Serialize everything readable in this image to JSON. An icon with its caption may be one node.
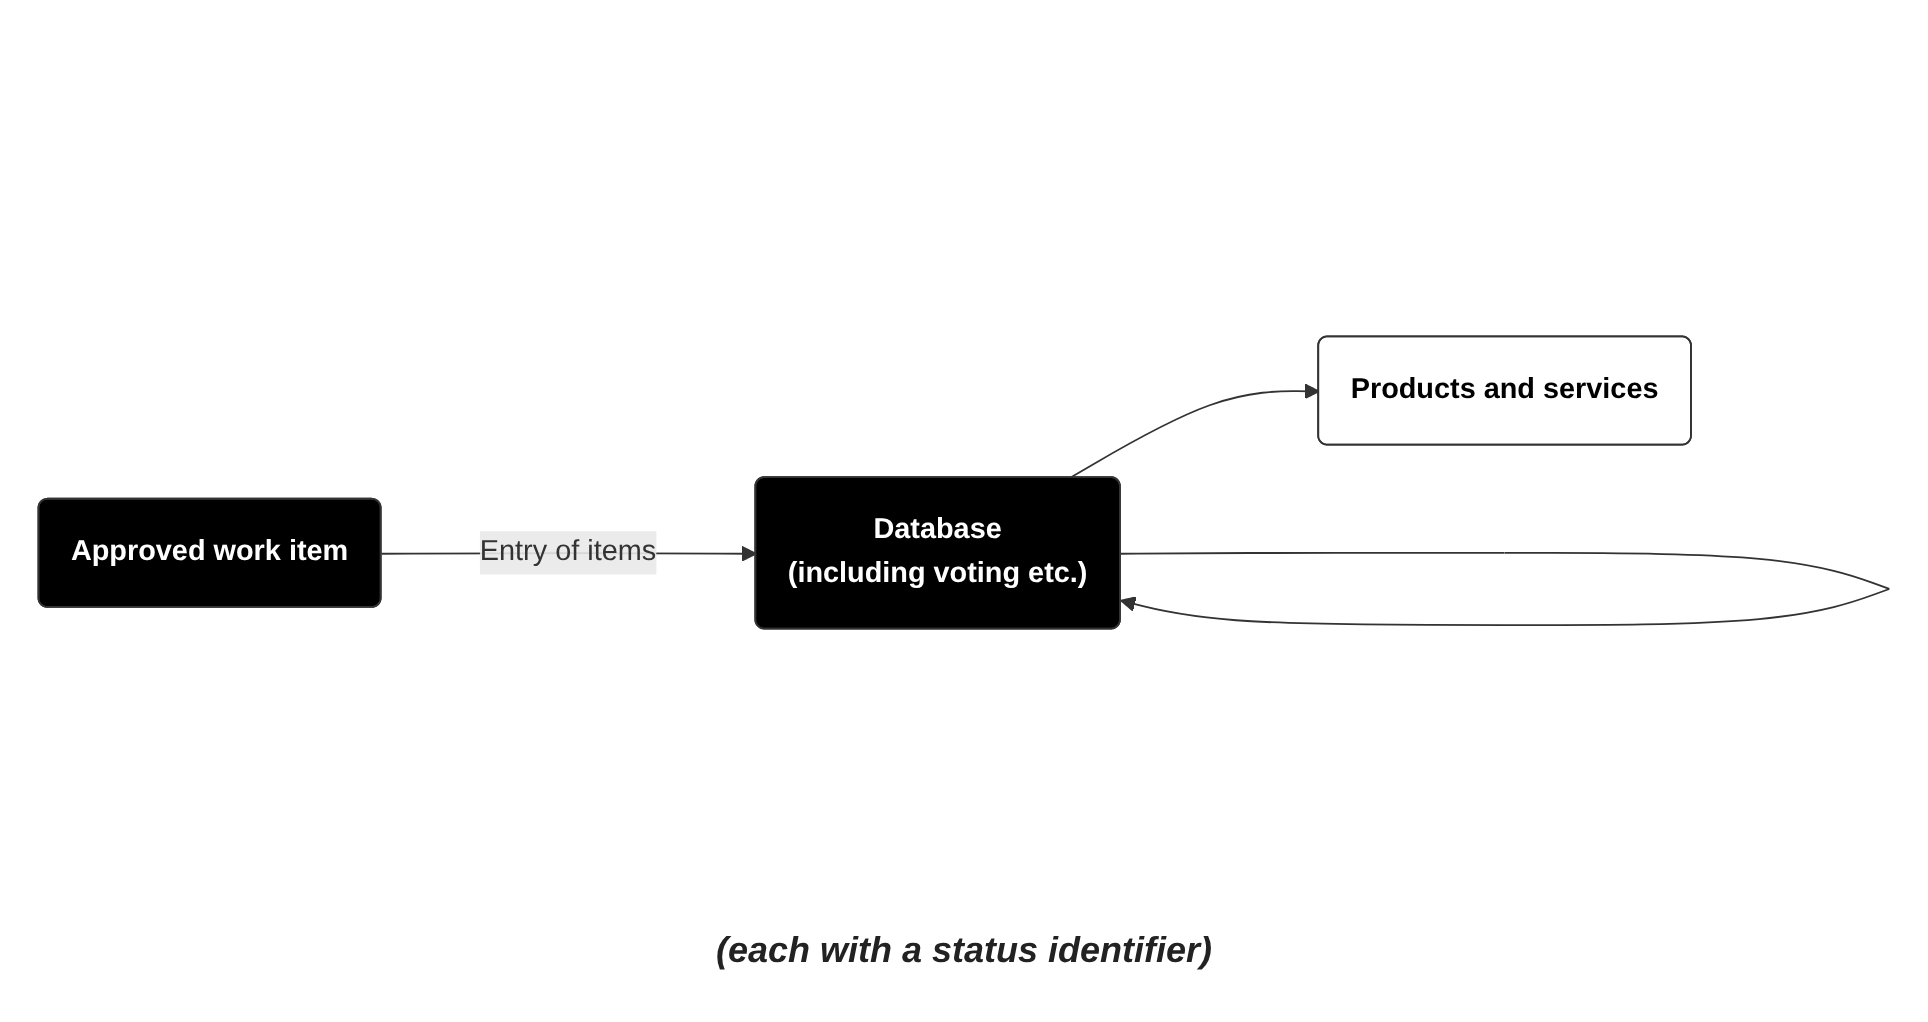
{
  "diagram": {
    "nodes": [
      {
        "text": [
          "Approved work item"
        ]
      },
      {
        "text": [
          "Database",
          "(including voting etc.)"
        ]
      },
      {
        "text": [
          "Products and services"
        ]
      }
    ],
    "edges": [
      {
        "from": 0,
        "to": 1,
        "arrow": "to",
        "label": "Entry of items"
      },
      {
        "from": 1,
        "to": 1,
        "arrow": "to"
      },
      {
        "from": 1,
        "to": 2,
        "arrow": "to"
      }
    ],
    "labels": [
      "(each with a status identifier)"
    ]
  }
}
